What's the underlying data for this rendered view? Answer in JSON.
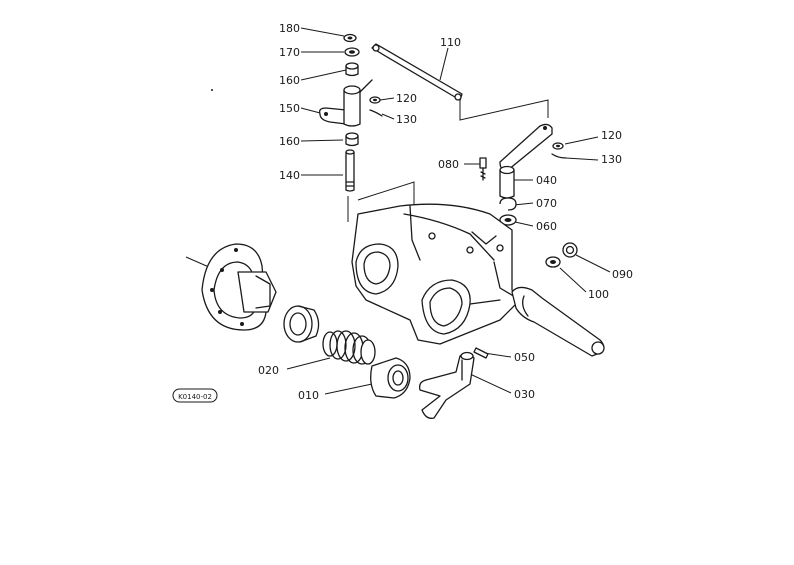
{
  "stamp": {
    "code": "K0140-02"
  },
  "callouts": [
    {
      "id": "180",
      "text": "180"
    },
    {
      "id": "170",
      "text": "170"
    },
    {
      "id": "160a",
      "text": "160"
    },
    {
      "id": "150",
      "text": "150"
    },
    {
      "id": "160b",
      "text": "160"
    },
    {
      "id": "140",
      "text": "140"
    },
    {
      "id": "110",
      "text": "110"
    },
    {
      "id": "120a",
      "text": "120"
    },
    {
      "id": "130a",
      "text": "130"
    },
    {
      "id": "120b",
      "text": "120"
    },
    {
      "id": "130b",
      "text": "130"
    },
    {
      "id": "080",
      "text": "080"
    },
    {
      "id": "040",
      "text": "040"
    },
    {
      "id": "070",
      "text": "070"
    },
    {
      "id": "060",
      "text": "060"
    },
    {
      "id": "090",
      "text": "090"
    },
    {
      "id": "100",
      "text": "100"
    },
    {
      "id": "050",
      "text": "050"
    },
    {
      "id": "030",
      "text": "030"
    },
    {
      "id": "020",
      "text": "020"
    },
    {
      "id": "010",
      "text": "010"
    }
  ]
}
